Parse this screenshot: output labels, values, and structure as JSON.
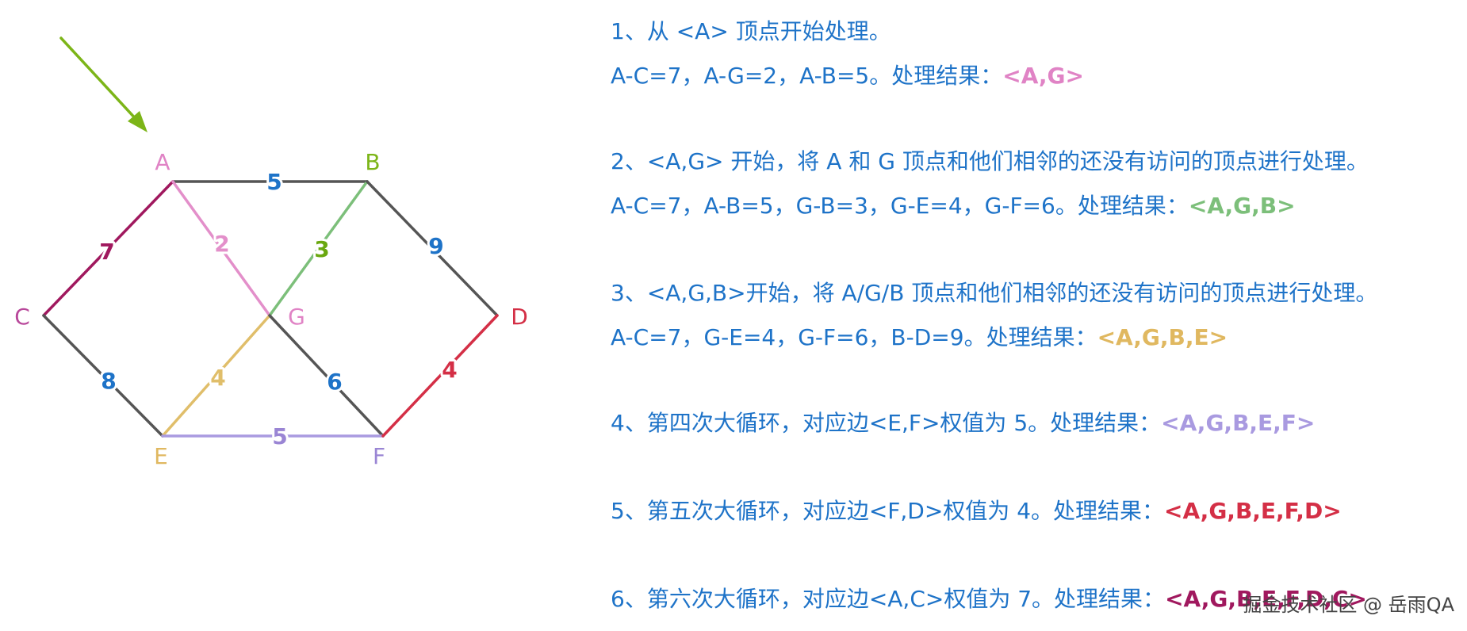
{
  "diagram": {
    "nodes": [
      {
        "id": "A",
        "label": "A",
        "color": "#e083c5"
      },
      {
        "id": "B",
        "label": "B",
        "color": "#7cb518"
      },
      {
        "id": "C",
        "label": "C",
        "color": "#b8479a"
      },
      {
        "id": "D",
        "label": "D",
        "color": "#d42f46"
      },
      {
        "id": "E",
        "label": "E",
        "color": "#e0b860"
      },
      {
        "id": "F",
        "label": "F",
        "color": "#9a85d4"
      },
      {
        "id": "G",
        "label": "G",
        "color": "#e083c5"
      }
    ],
    "edges": [
      {
        "from": "A",
        "to": "B",
        "weight": "5",
        "line_color": "#555555",
        "label_color": "#1e73c8"
      },
      {
        "from": "A",
        "to": "C",
        "weight": "7",
        "line_color": "#a0185e",
        "label_color": "#a0185e"
      },
      {
        "from": "A",
        "to": "G",
        "weight": "2",
        "line_color": "#e38fca",
        "label_color": "#e38fca"
      },
      {
        "from": "B",
        "to": "G",
        "weight": "3",
        "line_color": "#7cbf7a",
        "label_color": "#6aa810"
      },
      {
        "from": "B",
        "to": "D",
        "weight": "9",
        "line_color": "#555555",
        "label_color": "#1e73c8"
      },
      {
        "from": "C",
        "to": "E",
        "weight": "8",
        "line_color": "#555555",
        "label_color": "#1e73c8"
      },
      {
        "from": "G",
        "to": "E",
        "weight": "4",
        "line_color": "#e0be6a",
        "label_color": "#e0be6a"
      },
      {
        "from": "G",
        "to": "F",
        "weight": "6",
        "line_color": "#555555",
        "label_color": "#1e73c8"
      },
      {
        "from": "E",
        "to": "F",
        "weight": "5",
        "line_color": "#a99ae0",
        "label_color": "#9a85d4"
      },
      {
        "from": "F",
        "to": "D",
        "weight": "4",
        "line_color": "#d42f46",
        "label_color": "#d42f46"
      }
    ],
    "arrow_color": "#7cb518",
    "start_arrow_target": "A"
  },
  "steps": [
    {
      "lines": [
        "1、从 <A> 顶点开始处理。",
        "A-C=7，A-G=2，A-B=5。处理结果："
      ],
      "result": "<A,G>",
      "result_color": "#e083c5"
    },
    {
      "lines": [
        "2、<A,G> 开始，将 A 和 G 顶点和他们相邻的还没有访问的顶点进行处理。",
        "A-C=7，A-B=5，G-B=3，G-E=4，G-F=6。处理结果："
      ],
      "result": "<A,G,B>",
      "result_color": "#7cbf7a"
    },
    {
      "lines": [
        "3、<A,G,B>开始，将 A/G/B 顶点和他们相邻的还没有访问的顶点进行处理。",
        "A-C=7，G-E=4，G-F=6，B-D=9。处理结果："
      ],
      "result": "<A,G,B,E>",
      "result_color": "#e0b860"
    },
    {
      "lines": [
        "4、第四次大循环，对应边<E,F>权值为 5。处理结果："
      ],
      "result": "<A,G,B,E,F>",
      "result_color": "#a99ae0"
    },
    {
      "lines": [
        "5、第五次大循环，对应边<F,D>权值为 4。处理结果："
      ],
      "result": "<A,G,B,E,F,D>",
      "result_color": "#d42f46"
    },
    {
      "lines": [
        "6、第六次大循环，对应边<A,C>权值为 7。处理结果："
      ],
      "result": "<A,G,B,E,F,D,C>",
      "result_color": "#a0185e"
    }
  ],
  "watermark": "掘金技术社区 @ 岳雨QA"
}
